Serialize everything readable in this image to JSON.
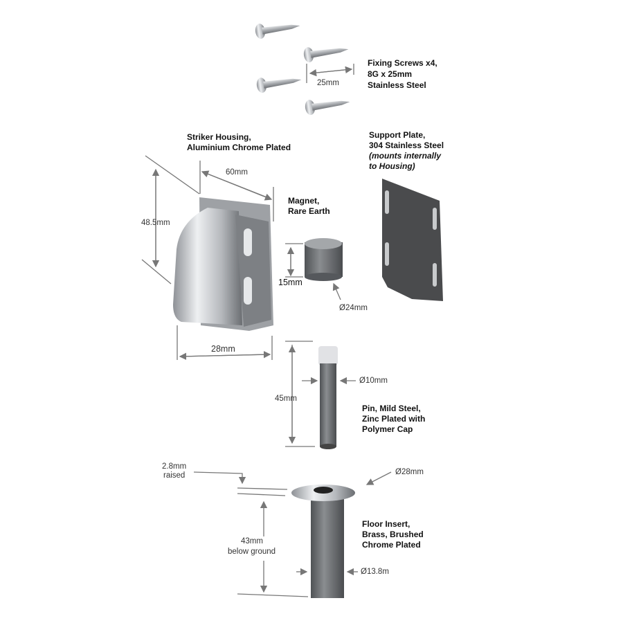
{
  "screws": {
    "label": [
      "Fixing Screws x4,",
      "8G x 25mm",
      "Stainless Steel"
    ],
    "dim_length": "25mm"
  },
  "housing": {
    "label": [
      "Striker Housing,",
      "Aluminium Chrome Plated"
    ],
    "dim_width": "60mm",
    "dim_height": "48.5mm",
    "dim_depth": "28mm"
  },
  "support_plate": {
    "label": [
      "Support Plate,",
      "304 Stainless Steel"
    ],
    "note": [
      "(mounts internally",
      "to Housing)"
    ]
  },
  "magnet": {
    "label": [
      "Magnet,",
      "Rare Earth"
    ],
    "dim_height": "15mm",
    "dim_diameter": "Ø24mm"
  },
  "pin": {
    "label": [
      "Pin, Mild Steel,",
      "Zinc Plated with",
      "Polymer Cap"
    ],
    "dim_diameter": "Ø10mm",
    "dim_length": "45mm"
  },
  "floor_insert": {
    "label": [
      "Floor Insert,",
      "Brass, Brushed",
      "Chrome Plated"
    ],
    "dim_raised": [
      "2.8mm",
      "raised"
    ],
    "dim_depth": [
      "43mm",
      "below ground"
    ],
    "dim_flange": "Ø28mm",
    "dim_shaft": "Ø13.8m"
  },
  "colors": {
    "metal_light": "#d6d8da",
    "metal_mid": "#9a9da1",
    "metal_dark": "#55585c",
    "plate": "#4a4b4d",
    "dim_line": "#666666"
  }
}
